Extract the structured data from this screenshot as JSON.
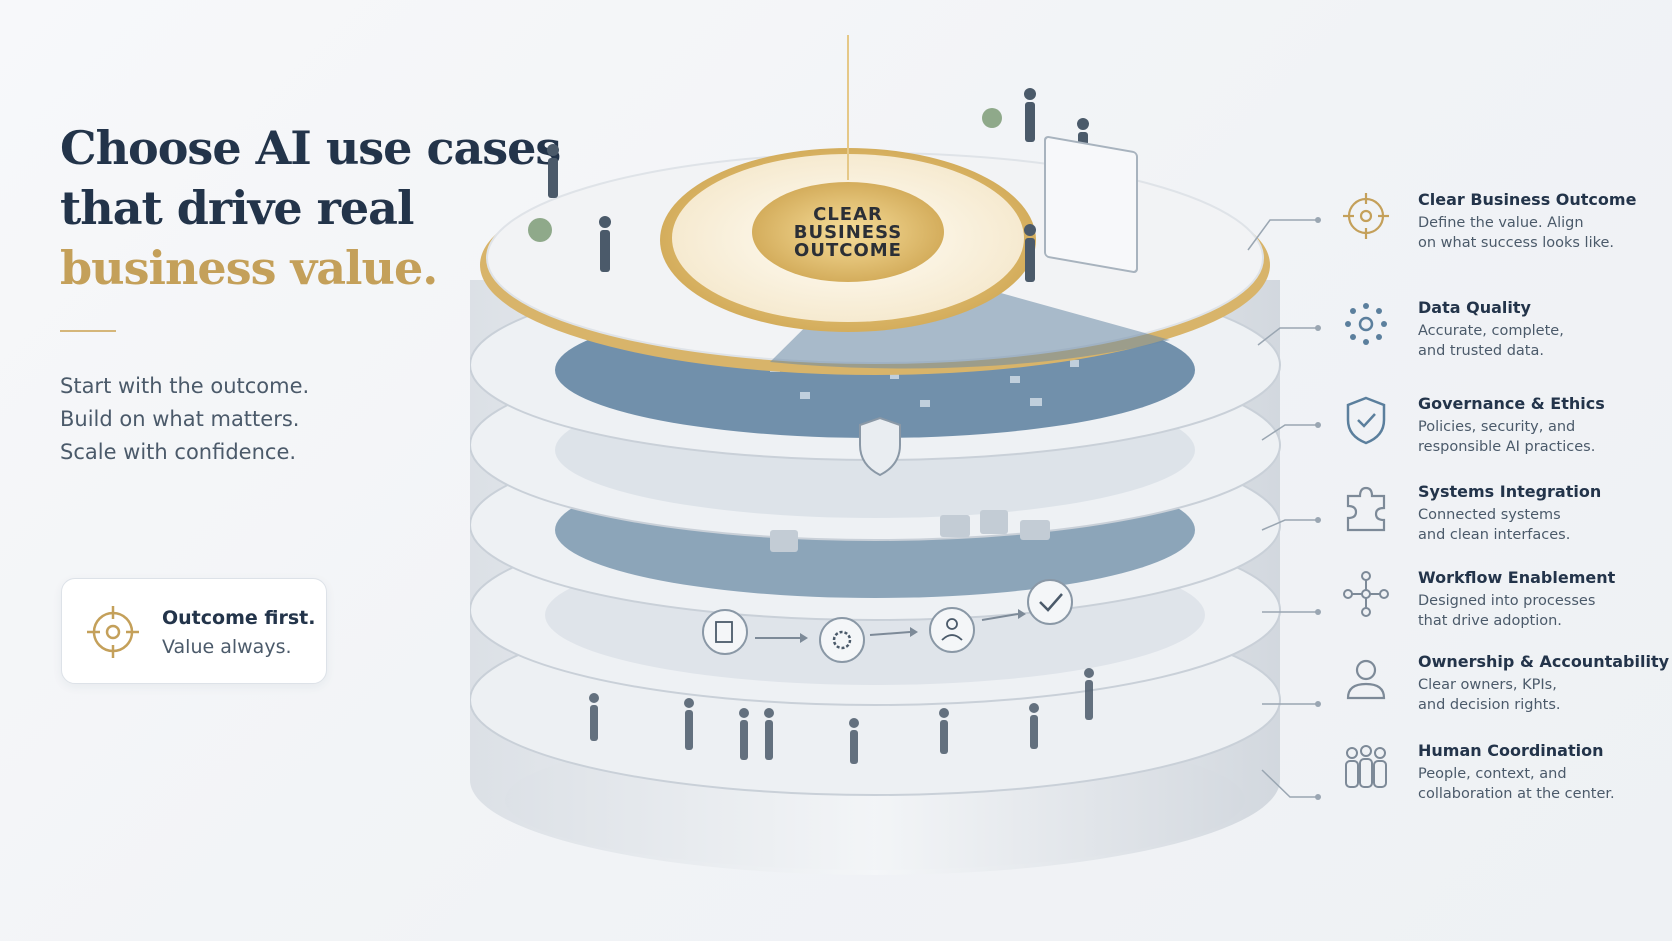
{
  "headline": {
    "line1": "Choose AI use cases",
    "line2": "that drive real",
    "line3": "business value."
  },
  "taglines": [
    "Start with the outcome.",
    "Build on what matters.",
    "Scale with confidence."
  ],
  "badge": {
    "title": "Outcome first.",
    "subtitle": "Value always.",
    "icon": "target-icon"
  },
  "center": {
    "line1": "CLEAR",
    "line2": "BUSINESS",
    "line3": "OUTCOME"
  },
  "flow_icons": [
    "checklist-icon",
    "gear-icon",
    "person-icon",
    "checkmark-icon"
  ],
  "layers": [
    {
      "title": "Clear Business Outcome",
      "desc": "Define the value. Align\non what success looks like.",
      "icon": "target-icon"
    },
    {
      "title": "Data Quality",
      "desc": "Accurate, complete,\nand trusted data.",
      "icon": "data-network-icon"
    },
    {
      "title": "Governance & Ethics",
      "desc": "Policies, security, and\nresponsible AI practices.",
      "icon": "shield-icon"
    },
    {
      "title": "Systems Integration",
      "desc": "Connected systems\nand clean interfaces.",
      "icon": "puzzle-icon"
    },
    {
      "title": "Workflow Enablement",
      "desc": "Designed into processes\nthat drive adoption.",
      "icon": "workflow-icon"
    },
    {
      "title": "Ownership & Accountability",
      "desc": "Clear owners, KPIs,\nand decision rights.",
      "icon": "owner-icon"
    },
    {
      "title": "Human Coordination",
      "desc": "People, context, and\ncollaboration at the center.",
      "icon": "people-icon"
    }
  ],
  "colors": {
    "navy": "#23344a",
    "gold": "#c4a05a",
    "slate_blue": "#5b7f9d",
    "text": "#4b5a6a"
  }
}
